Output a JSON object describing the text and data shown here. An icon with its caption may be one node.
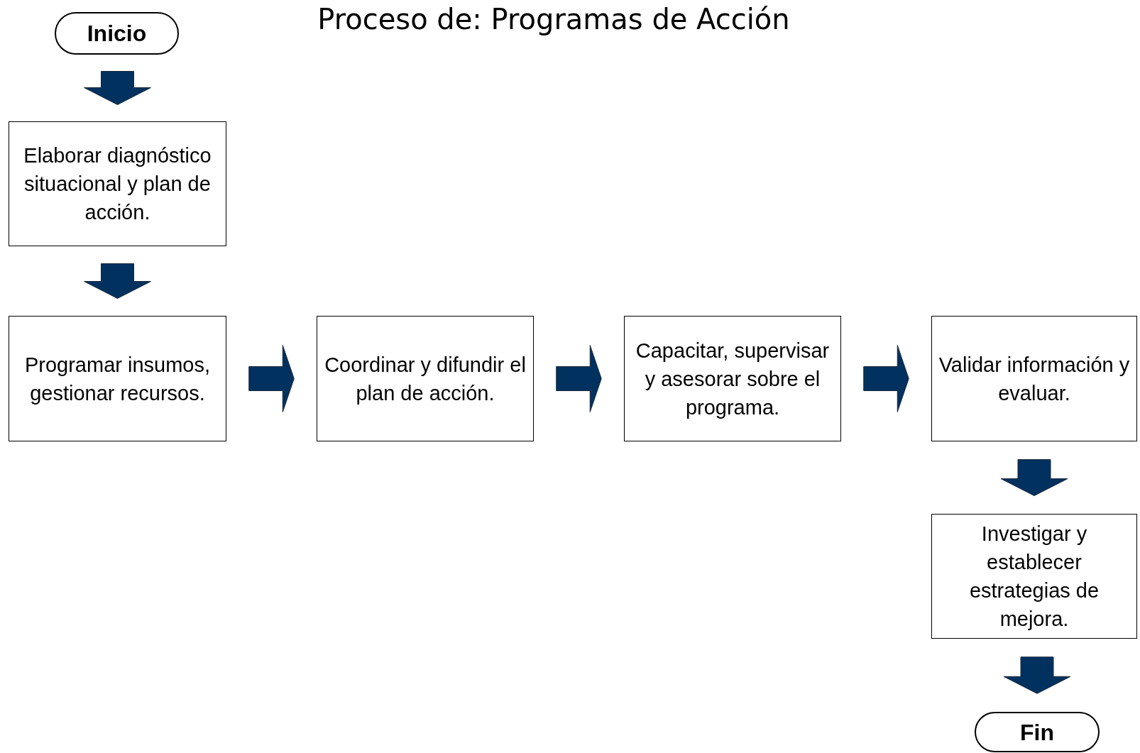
{
  "diagram": {
    "title": "Proceso de: Programas de Acción",
    "nodes": [
      {
        "text": [
          "Inicio"
        ]
      },
      {
        "text": [
          "Elaborar diagnóstico situacional y plan de acción."
        ]
      },
      {
        "text": [
          "Programar insumos, gestionar recursos."
        ]
      },
      {
        "text": [
          "Coordinar y difundir el plan de acción."
        ]
      },
      {
        "text": [
          "Capacitar, supervisar y asesorar sobre el programa."
        ]
      },
      {
        "text": [
          "Validar información y  evaluar."
        ]
      },
      {
        "text": [
          "Investigar y establecer estrategias de mejora."
        ]
      },
      {
        "text": [
          "Fin"
        ]
      }
    ],
    "edges": [
      {
        "from": 0,
        "to": 1,
        "arrow": "to"
      },
      {
        "from": 1,
        "to": 2,
        "arrow": "to"
      },
      {
        "from": 2,
        "to": 3,
        "arrow": "to"
      },
      {
        "from": 3,
        "to": 4,
        "arrow": "to"
      },
      {
        "from": 4,
        "to": 5,
        "arrow": "to"
      },
      {
        "from": 5,
        "to": 6,
        "arrow": "to"
      },
      {
        "from": 6,
        "to": 7,
        "arrow": "to"
      }
    ]
  }
}
